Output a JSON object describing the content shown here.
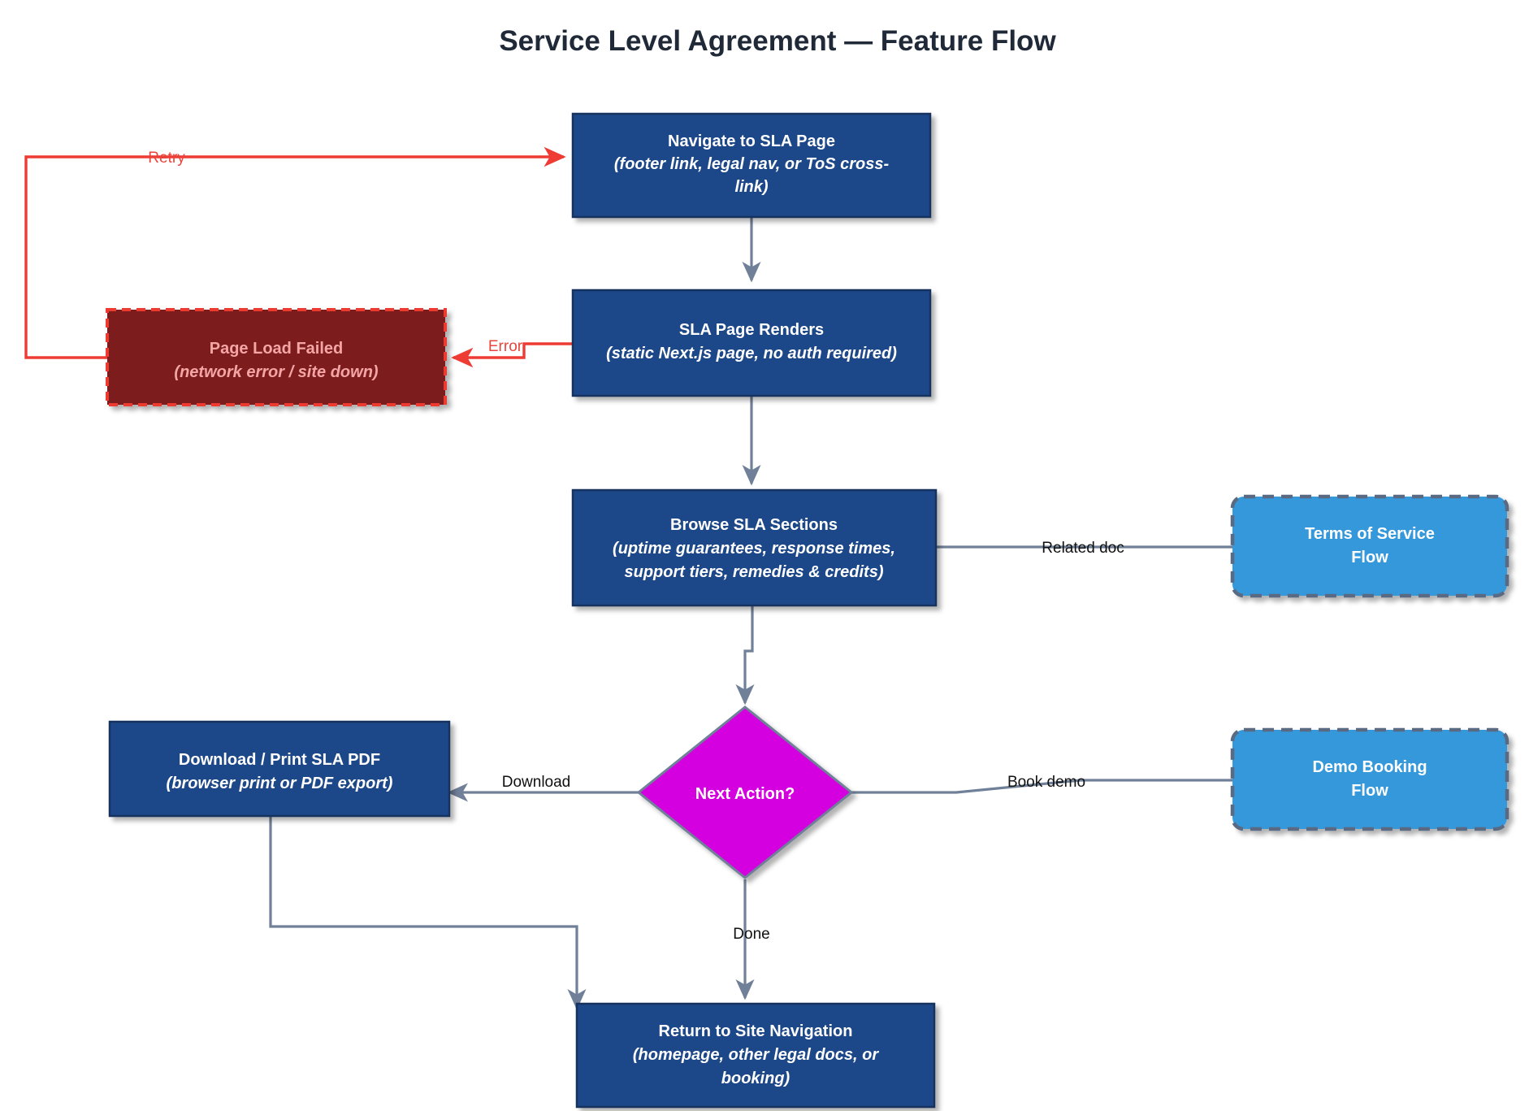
{
  "title": "Service Level Agreement — Feature Flow",
  "colors": {
    "process_fill": "#1f4788",
    "process_stroke": "#16335f",
    "error_fill": "#7d1c1c",
    "error_stroke": "#ee3b33",
    "external_fill": "#3498db",
    "external_stroke": "#5a6b82",
    "decision_fill": "#d400e0",
    "decision_stroke": "#708098",
    "edge": "#708098",
    "edge_error": "#ee3b33",
    "title_text": "#1f2937",
    "node_text": "#ffffff",
    "error_text": "#f4a6a6"
  },
  "chart_data": {
    "type": "diagram",
    "title": "Service Level Agreement — Feature Flow",
    "nodes": [
      {
        "id": "navigate",
        "kind": "process",
        "title": "Navigate to SLA Page",
        "subtitle": "(footer link, legal nav, or ToS cross-link)"
      },
      {
        "id": "renders",
        "kind": "process",
        "title": "SLA Page Renders",
        "subtitle": "(static Next.js page, no auth required)"
      },
      {
        "id": "failed",
        "kind": "error",
        "title": "Page Load Failed",
        "subtitle": "(network error / site down)"
      },
      {
        "id": "browse",
        "kind": "process",
        "title": "Browse SLA Sections",
        "subtitle": "(uptime guarantees, response times, support tiers, remedies & credits)"
      },
      {
        "id": "tos",
        "kind": "external",
        "title": "Terms of Service Flow",
        "subtitle": ""
      },
      {
        "id": "decision",
        "kind": "decision",
        "title": "Next Action?",
        "subtitle": ""
      },
      {
        "id": "download",
        "kind": "process",
        "title": "Download / Print SLA PDF",
        "subtitle": "(browser print or PDF export)"
      },
      {
        "id": "demo",
        "kind": "external",
        "title": "Demo Booking Flow",
        "subtitle": ""
      },
      {
        "id": "return",
        "kind": "process",
        "title": "Return to Site Navigation",
        "subtitle": "(homepage, other legal docs, or booking)"
      }
    ],
    "edges": [
      {
        "from": "navigate",
        "to": "renders",
        "label": "",
        "style": "normal"
      },
      {
        "from": "renders",
        "to": "failed",
        "label": "Error",
        "style": "error"
      },
      {
        "from": "failed",
        "to": "navigate",
        "label": "Retry",
        "style": "error"
      },
      {
        "from": "renders",
        "to": "browse",
        "label": "",
        "style": "normal"
      },
      {
        "from": "browse",
        "to": "tos",
        "label": "Related doc",
        "style": "normal"
      },
      {
        "from": "browse",
        "to": "decision",
        "label": "",
        "style": "normal"
      },
      {
        "from": "decision",
        "to": "download",
        "label": "Download",
        "style": "normal"
      },
      {
        "from": "decision",
        "to": "demo",
        "label": "Book demo",
        "style": "normal"
      },
      {
        "from": "decision",
        "to": "return",
        "label": "Done",
        "style": "normal"
      },
      {
        "from": "download",
        "to": "return",
        "label": "",
        "style": "normal"
      }
    ]
  },
  "nodes": {
    "navigate": {
      "title": "Navigate to SLA Page",
      "sub1": "(footer link, legal nav, or ToS cross-",
      "sub2": "link)"
    },
    "renders": {
      "title": "SLA Page Renders",
      "sub1": "(static Next.js page, no auth required)"
    },
    "failed": {
      "title": "Page Load Failed",
      "sub1": "(network error / site down)"
    },
    "browse": {
      "title": "Browse SLA Sections",
      "sub1": "(uptime guarantees, response times,",
      "sub2": "support tiers, remedies & credits)"
    },
    "tos": {
      "line1": "Terms of Service",
      "line2": "Flow"
    },
    "decision": {
      "title": "Next Action?"
    },
    "download": {
      "title": "Download / Print SLA PDF",
      "sub1": "(browser print or PDF export)"
    },
    "demo": {
      "line1": "Demo Booking",
      "line2": "Flow"
    },
    "return": {
      "title": "Return to Site Navigation",
      "sub1": "(homepage, other legal docs, or",
      "sub2": "booking)"
    }
  },
  "edge_labels": {
    "retry": "Retry",
    "error": "Error",
    "related_doc": "Related doc",
    "download": "Download",
    "book_demo": "Book demo",
    "done": "Done"
  }
}
